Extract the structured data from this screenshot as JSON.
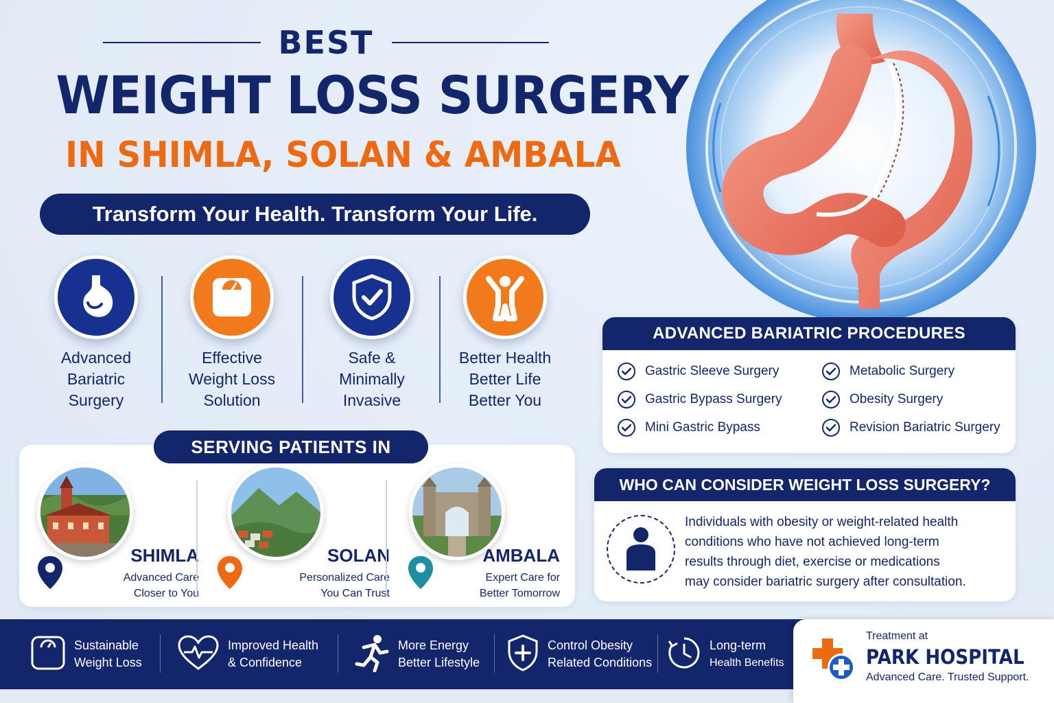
{
  "header": {
    "best": "BEST",
    "title": "WEIGHT LOSS SURGERY",
    "subtitle": "IN SHIMLA, SOLAN & AMBALA",
    "tagline": "Transform Your Health. Transform Your Life."
  },
  "features": [
    {
      "icon": "stomach-icon",
      "line1": "Advanced",
      "line2": "Bariatric",
      "line3": "Surgery"
    },
    {
      "icon": "weighing-scale-icon",
      "line1": "Effective",
      "line2": "Weight Loss",
      "line3": "Solution"
    },
    {
      "icon": "shield-check-icon",
      "line1": "Safe &",
      "line2": "Minimally",
      "line3": "Invasive"
    },
    {
      "icon": "person-cheering-icon",
      "line1": "Better Health",
      "line2": "Better Life",
      "line3": "Better You"
    }
  ],
  "serving": {
    "title": "SERVING PATIENTS IN",
    "cities": [
      {
        "name": "SHIMLA",
        "desc1": "Advanced Care",
        "desc2": "Closer to You",
        "pin_color": "#13266b"
      },
      {
        "name": "SOLAN",
        "desc1": "Personalized Care",
        "desc2": "You Can Trust",
        "pin_color": "#ee6a12"
      },
      {
        "name": "AMBALA",
        "desc1": "Expert Care for",
        "desc2": "Better Tomorrow",
        "pin_color": "#1f8ea3"
      }
    ]
  },
  "procedures": {
    "title": "ADVANCED BARIATRIC PROCEDURES",
    "items": [
      "Gastric Sleeve Surgery",
      "Gastric Bypass Surgery",
      "Mini Gastric Bypass",
      "Metabolic Surgery",
      "Obesity Surgery",
      "Revision Bariatric Surgery"
    ]
  },
  "who": {
    "title": "WHO CAN CONSIDER WEIGHT LOSS SURGERY?",
    "line1": "Individuals with obesity or weight-related health",
    "line2": "conditions who have not achieved long-term",
    "line3": "results through diet, exercise or medications",
    "line4": "may consider bariatric surgery after consultation."
  },
  "benefits": [
    {
      "icon": "scale-icon",
      "line1": "Sustainable",
      "line2": "Weight Loss"
    },
    {
      "icon": "heart-pulse-icon",
      "line1": "Improved Health",
      "line2": "& Confidence"
    },
    {
      "icon": "running-person-icon",
      "line1": "More Energy",
      "line2": "Better Lifestyle"
    },
    {
      "icon": "shield-plus-icon",
      "line1": "Control Obesity",
      "line2": "Related Conditions"
    },
    {
      "icon": "clock-icon",
      "line1": "Long-term",
      "line2": "Health Benefits"
    }
  ],
  "hospital": {
    "pre": "Treatment at",
    "name": "PARK HOSPITAL",
    "sub": "Advanced Care. Trusted Support."
  },
  "colors": {
    "navy": "#13266b",
    "orange": "#ee6a12",
    "teal": "#1f8ea3"
  }
}
